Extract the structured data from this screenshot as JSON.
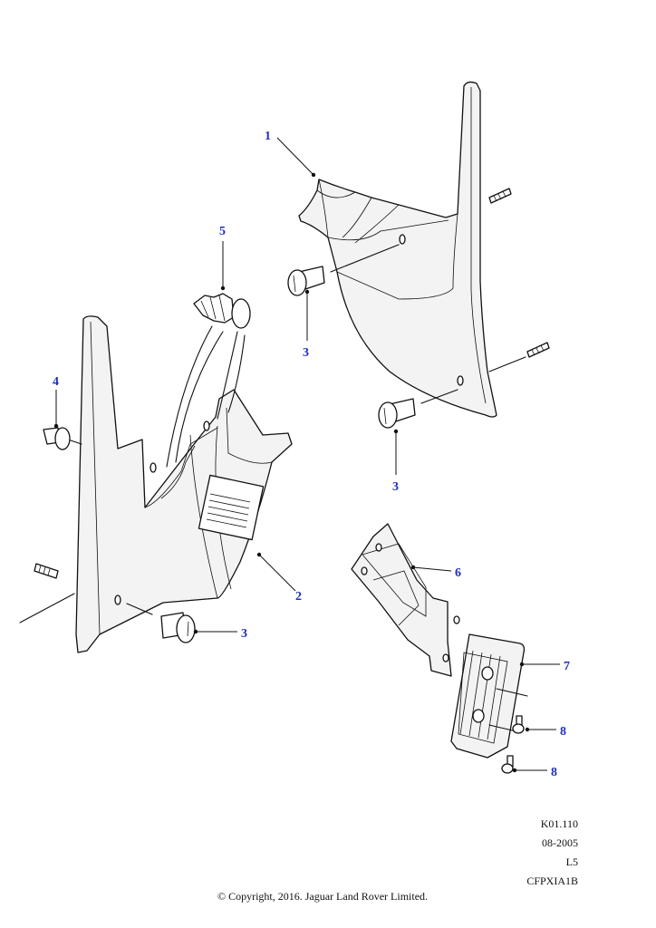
{
  "callouts": [
    {
      "id": "c1",
      "label": "1"
    },
    {
      "id": "c2",
      "label": "2"
    },
    {
      "id": "c3a",
      "label": "3"
    },
    {
      "id": "c3b",
      "label": "3"
    },
    {
      "id": "c3c",
      "label": "3"
    },
    {
      "id": "c4",
      "label": "4"
    },
    {
      "id": "c5",
      "label": "5"
    },
    {
      "id": "c6",
      "label": "6"
    },
    {
      "id": "c7",
      "label": "7"
    },
    {
      "id": "c8a",
      "label": "8"
    },
    {
      "id": "c8b",
      "label": "8"
    }
  ],
  "meta": {
    "code": "K01.110",
    "date": "08-2005",
    "level": "L5",
    "ref": "CFPXIA1B"
  },
  "copyright": "© Copyright, 2016. Jaguar Land Rover Limited."
}
